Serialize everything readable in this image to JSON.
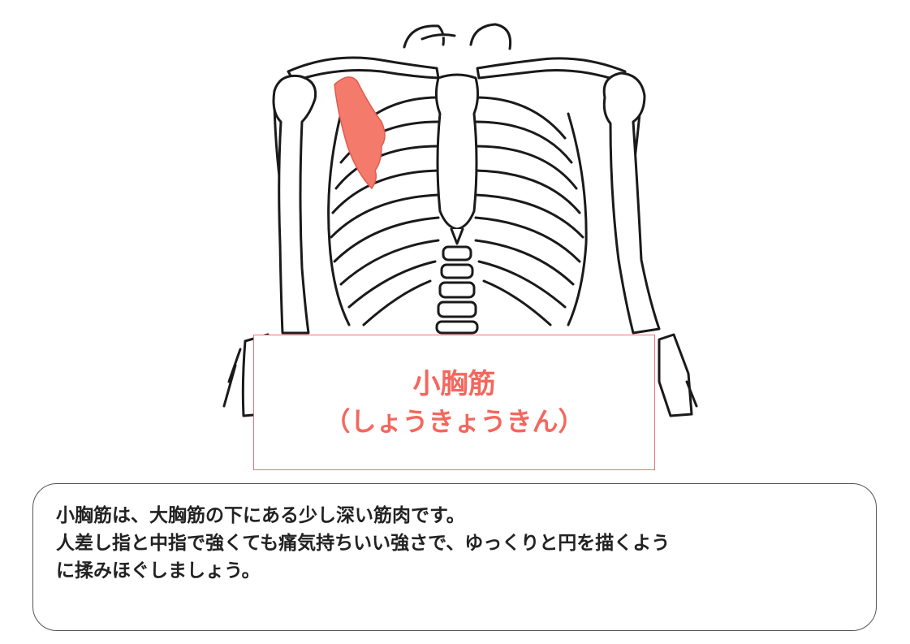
{
  "title": {
    "main": "小胸筋",
    "reading": "（しょうきょうきん）"
  },
  "description": {
    "lines": [
      "小胸筋は、大胸筋の下にある少し深い筋肉です。",
      "人差し指と中指で強くても痛気持ちいい強さで、ゆっくりと円を描くよう",
      "に揉みほぐしましょう。"
    ]
  },
  "colors": {
    "accent": "#f4675e",
    "muscle": "#f47a6c",
    "outline": "#1a1a1a",
    "title_border": "#e8737a"
  },
  "icons": [
    "skeleton-torso-illustration",
    "pectoralis-minor-highlight"
  ]
}
